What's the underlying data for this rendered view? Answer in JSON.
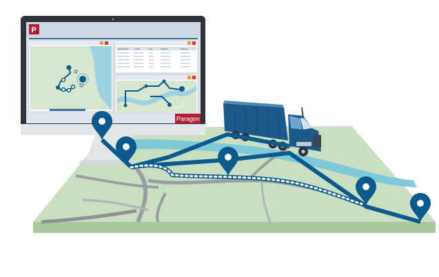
{
  "monitor": {
    "logo_letter": "P",
    "brand": "Paragon",
    "table_headers": [
      "group/subject",
      "vehicle",
      "start",
      "date/time",
      "date/time"
    ]
  },
  "colors": {
    "route_blue": "#0b5a8e",
    "map_green": "#c8dfc2",
    "map_edge": "#a8c9a0",
    "river": "#7ec8d8",
    "road_gray": "#9a9ea3",
    "monitor_frame": "#2e3339",
    "monitor_stand": "#e3e6e9",
    "brand_red": "#b71c35",
    "truck_blue": "#1c5a8c"
  },
  "icons": [
    "map-pin-icon",
    "truck-icon"
  ]
}
